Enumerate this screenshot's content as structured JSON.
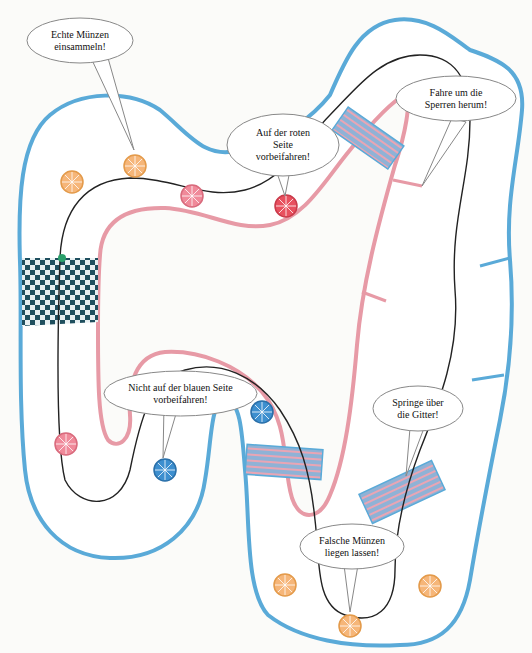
{
  "diagram": {
    "nodes": [
      {
        "text": [
          "Echte Münzen einsammeln!"
        ]
      },
      {
        "text": [
          "Fahre um die Sperren herum!"
        ]
      },
      {
        "text": [
          "Auf der roten Seite vorbeifahren!"
        ]
      },
      {
        "text": [
          "Nicht auf der blauen Seite vorbeifahren!"
        ]
      },
      {
        "text": [
          "Springe über die Gitter!"
        ]
      },
      {
        "text": [
          "Falsche Münzen liegen lassen!"
        ]
      }
    ]
  }
}
